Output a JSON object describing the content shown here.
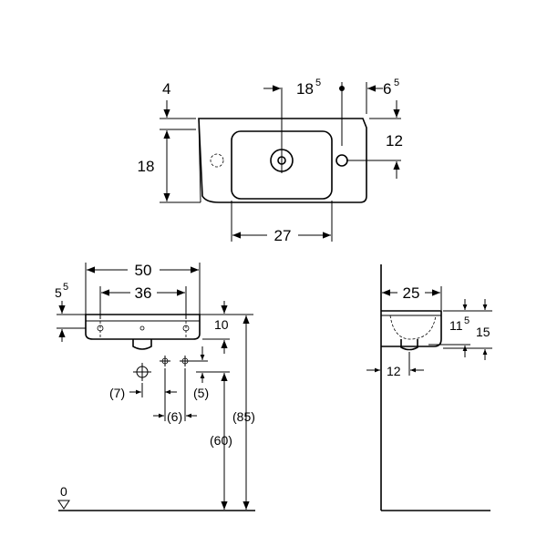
{
  "top_view": {
    "dim_left_top": "4",
    "dim_tap_offset": "18",
    "dim_tap_offset_sup": "5",
    "dim_right_top": "6",
    "dim_right_top_sup": "5",
    "dim_height": "18",
    "dim_right_side": "12",
    "dim_bowl_width": "27"
  },
  "front_view": {
    "dim_width": "50",
    "dim_fixing": "36",
    "dim_left": "5",
    "dim_left_sup": "5",
    "dim_thickness": "10",
    "dim_height_total": "(85)",
    "dim_height_waste": "(60)",
    "dim_7": "(7)",
    "dim_6": "(6)",
    "dim_5": "(5)",
    "floor_label": "0"
  },
  "side_view": {
    "dim_depth": "25",
    "dim_11": "11",
    "dim_11_sup": "5",
    "dim_15": "15",
    "dim_12": "12"
  }
}
